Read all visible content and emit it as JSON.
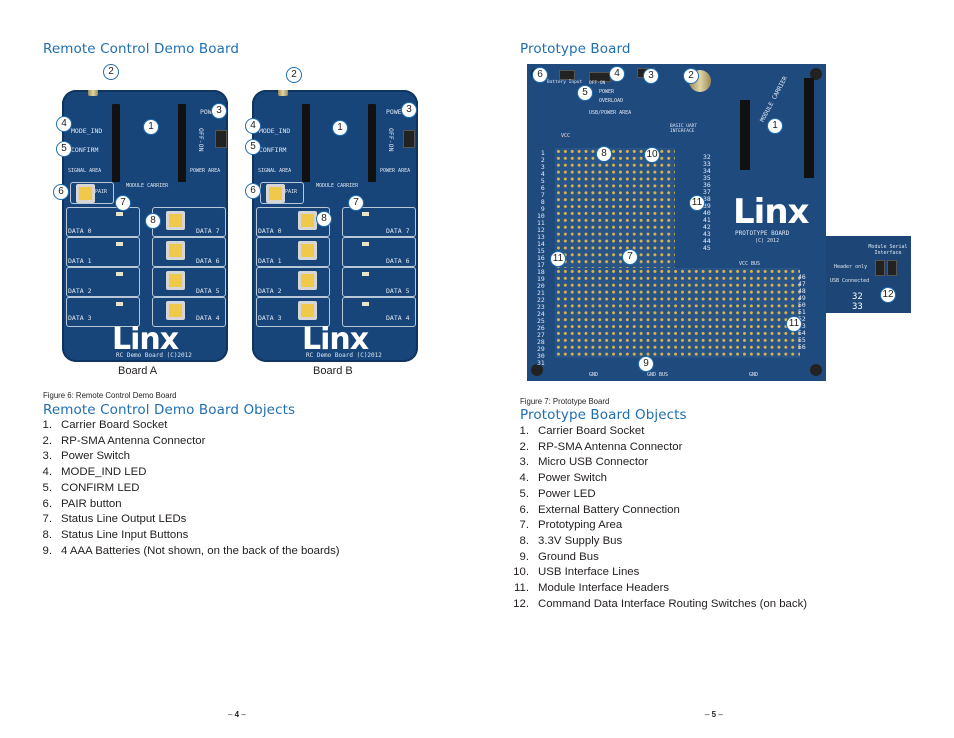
{
  "left_page": {
    "heading": "Remote Control Demo Board",
    "board_a_label": "Board A",
    "board_b_label": "Board B",
    "figure_caption": "Figure 6: Remote Control Demo Board",
    "objects_heading": "Remote Control Demo Board Objects",
    "objects": [
      {
        "num": "1.",
        "text": "Carrier Board Socket"
      },
      {
        "num": "2.",
        "text": "RP-SMA Antenna Connector"
      },
      {
        "num": "3.",
        "text": "Power Switch"
      },
      {
        "num": "4.",
        "text": "MODE_IND LED"
      },
      {
        "num": "5.",
        "text": "CONFIRM LED"
      },
      {
        "num": "6.",
        "text": "PAIR button"
      },
      {
        "num": "7.",
        "text": "Status Line Output LEDs"
      },
      {
        "num": "8.",
        "text": "Status Line Input Buttons"
      },
      {
        "num": "9.",
        "text": "4 AAA Batteries (Not shown, on the back of the boards)"
      }
    ],
    "page_number": "4"
  },
  "right_page": {
    "heading": "Prototype Board",
    "figure_caption": "Figure 7: Prototype Board",
    "objects_heading": "Prototype Board Objects",
    "objects": [
      {
        "num": "1.",
        "text": "Carrier Board Socket"
      },
      {
        "num": "2.",
        "text": "RP-SMA Antenna Connector"
      },
      {
        "num": "3.",
        "text": "Micro USB Connector"
      },
      {
        "num": "4.",
        "text": "Power Switch"
      },
      {
        "num": "5.",
        "text": "Power LED"
      },
      {
        "num": "6.",
        "text": "External Battery Connection"
      },
      {
        "num": "7.",
        "text": "Prototyping Area"
      },
      {
        "num": "8.",
        "text": "3.3V Supply Bus"
      },
      {
        "num": "9.",
        "text": "Ground Bus"
      },
      {
        "num": "10.",
        "text": "USB Interface Lines"
      },
      {
        "num": "11.",
        "text": "Module Interface Headers"
      },
      {
        "num": "12.",
        "text": "Command Data Interface Routing Switches (on back)"
      }
    ],
    "page_number": "5"
  },
  "rc_board": {
    "silkscreen": {
      "mode_ind": "MODE_IND",
      "confirm": "CONFIRM",
      "signal_area": "SIGNAL AREA",
      "module_carrier": "MODULE CARRIER",
      "power_area": "POWER AREA",
      "power": "POWER",
      "off_on": "OFF-ON",
      "pair": "PAIR",
      "data_0": "DATA 0",
      "data_1": "DATA 1",
      "data_2": "DATA 2",
      "data_3": "DATA 3",
      "data_4": "DATA 4",
      "data_5": "DATA 5",
      "data_6": "DATA 6",
      "data_7": "DATA 7",
      "logo": "Linx",
      "footer": "RC Demo Board",
      "copyright": "(C)2012"
    }
  },
  "proto_board": {
    "silkscreen": {
      "power": "POWER",
      "overload": "OVERLOAD",
      "usb_power_area": "USB/POWER AREA",
      "vcc": "VCC",
      "vcc_bus": "VCC BUS",
      "gnd_bus": "GND BUS",
      "gnd": "GND",
      "module_carrier": "MODULE CARRIER",
      "logo": "Linx",
      "board_name": "PROTOTYPE BOARD",
      "copyright": "(C) 2012",
      "basic_uart": "BASIC UART INTERFACE",
      "battery": "Battery Input",
      "off_on": "OFF-ON"
    },
    "row_numbers_left": "1\n2\n3\n4\n5\n6\n7\n8\n9\n10\n11\n12\n13\n14\n15\n16\n17\n18\n19\n20\n21\n22\n23\n24\n25\n26\n27\n28\n29\n30\n31",
    "row_numbers_right_top": "32\n33\n34\n35\n36\n37\n38\n39\n40\n41\n42\n43\n44\n45",
    "row_numbers_right_bottom": "46\n47\n48\n49\n50\n51\n52\n53\n54\n55\n56"
  },
  "inset": {
    "title": "Module Serial Interface",
    "header_only": "Header only",
    "usb_connected": "USB Connected",
    "pin_32": "32",
    "pin_33": "33"
  },
  "callouts": {
    "c1": "1",
    "c2": "2",
    "c3": "3",
    "c4": "4",
    "c5": "5",
    "c6": "6",
    "c7": "7",
    "c8": "8",
    "c9": "9",
    "c10": "10",
    "c11": "11",
    "c12": "12"
  }
}
